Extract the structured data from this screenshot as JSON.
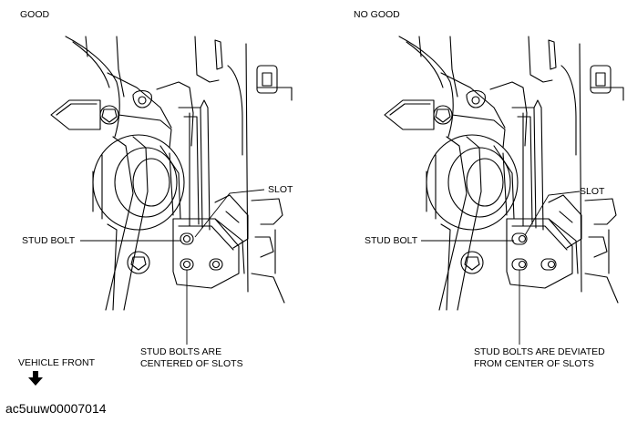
{
  "panels": {
    "good": {
      "title": "GOOD",
      "slot_label": "SLOT",
      "stud_bolt_label": "STUD BOLT",
      "result_line1": "STUD BOLTS ARE",
      "result_line2": "CENTERED OF SLOTS"
    },
    "nogood": {
      "title": "NO GOOD",
      "slot_label": "SLOT",
      "stud_bolt_label": "STUD BOLT",
      "result_line1": "STUD BOLTS ARE DEVIATED",
      "result_line2": "FROM CENTER OF SLOTS"
    }
  },
  "vehicle_front": {
    "label": "VEHICLE FRONT",
    "icon": "arrow-down-icon"
  },
  "figure_code": "ac5uuw00007014"
}
